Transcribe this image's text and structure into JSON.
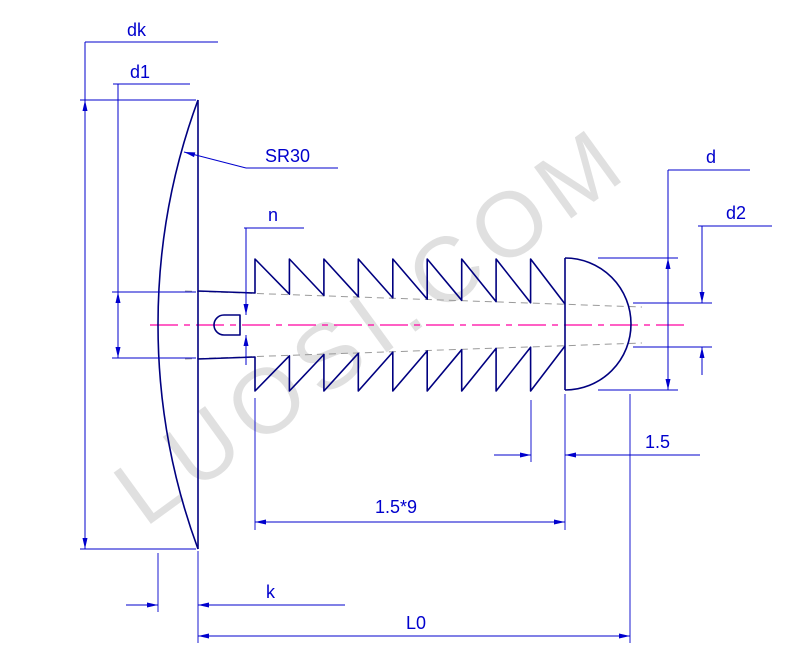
{
  "watermark": "LUOSI.COM",
  "dimensions": {
    "dk": "dk",
    "d1": "d1",
    "sr": "SR30",
    "n": "n",
    "d": "d",
    "d2": "d2",
    "pitch": "1.5",
    "pitch_total": "1.5*9",
    "k": "k",
    "l0": "L0"
  },
  "colors": {
    "background": "#ffffff",
    "outline": "#000080",
    "dimension": "#0000cd",
    "centerline": "#ff00a0",
    "phantom": "#9a9a9a",
    "watermark": "#c8c8c8"
  }
}
